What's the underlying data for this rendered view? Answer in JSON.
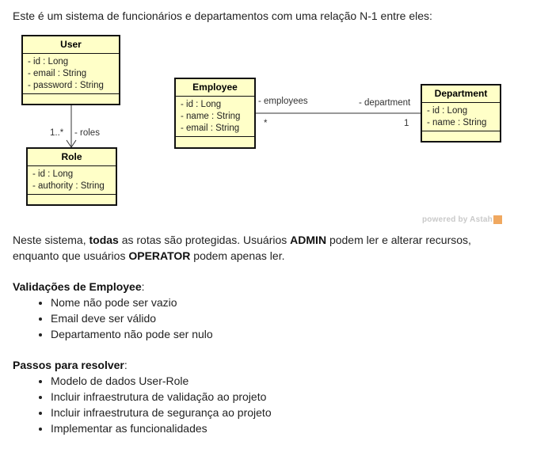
{
  "intro_text": "Este é um sistema de funcionários e departamentos com uma relação N-1 entre eles:",
  "diagram": {
    "classes": {
      "user": {
        "name": "User",
        "attrs": [
          "- id : Long",
          "- email : String",
          "- password : String"
        ]
      },
      "role": {
        "name": "Role",
        "attrs": [
          "- id : Long",
          "- authority : String"
        ]
      },
      "employee": {
        "name": "Employee",
        "attrs": [
          "- id : Long",
          "- name : String",
          "- email : String"
        ]
      },
      "department": {
        "name": "Department",
        "attrs": [
          "- id : Long",
          "- name : String"
        ]
      }
    },
    "associations": {
      "user_role": {
        "multiplicity": "1..*",
        "role_label": "- roles"
      },
      "employee_department": {
        "employees_label": "- employees",
        "employees_mult": "*",
        "department_label": "- department",
        "department_mult": "1"
      }
    },
    "watermark": "powered by Astah"
  },
  "paragraph": {
    "part1": "Neste sistema, ",
    "bold1": "todas",
    "part2": " as rotas são protegidas. Usuários ",
    "bold2": "ADMIN",
    "part3": " podem ler e alterar recursos, enquanto que usuários ",
    "bold3": "OPERATOR",
    "part4": " podem apenas ler."
  },
  "validations": {
    "heading": "Validações de Employee",
    "suffix": ":",
    "items": [
      "Nome não pode ser vazio",
      "Email deve ser válido",
      "Departamento não pode ser nulo"
    ]
  },
  "steps": {
    "heading": "Passos para resolver",
    "suffix": ":",
    "items": [
      "Modelo de dados User-Role",
      "Incluir infraestrutura de validação ao projeto",
      "Incluir infraestrutura de segurança ao projeto",
      "Implementar as funcionalidades"
    ]
  }
}
